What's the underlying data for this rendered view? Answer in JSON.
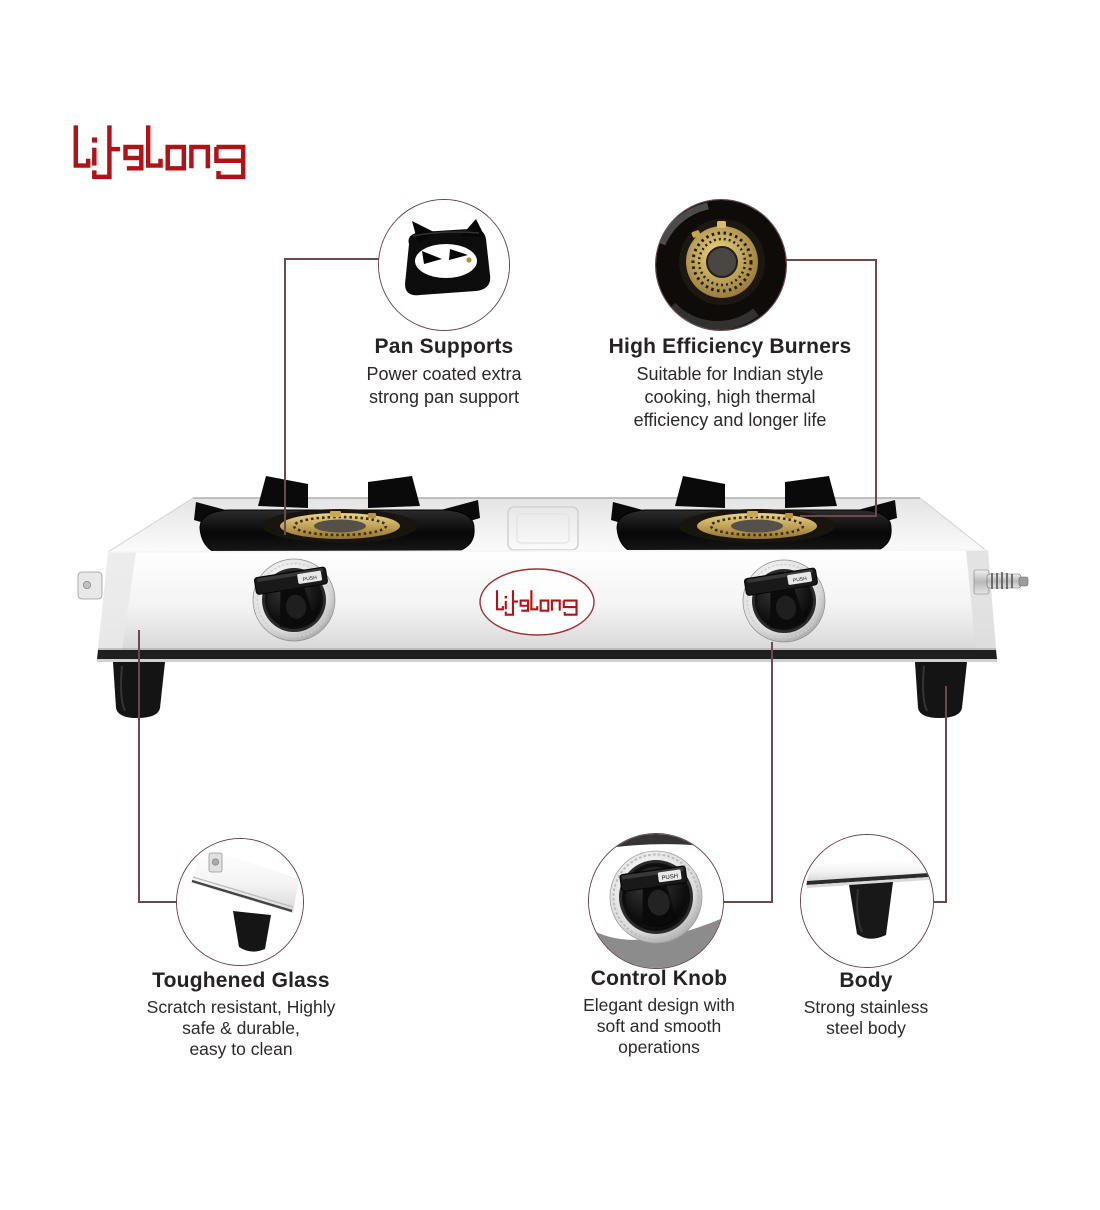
{
  "brand": {
    "name": "lifelong"
  },
  "stove": {
    "knob_label": "PUSH"
  },
  "callouts": [
    {
      "title": "Pan Supports",
      "lines": [
        "Power coated extra",
        "strong pan support"
      ]
    },
    {
      "title": "High Efficiency Burners",
      "lines": [
        "Suitable for Indian style",
        "cooking, high thermal",
        "efficiency and longer life"
      ]
    },
    {
      "title": "Toughened Glass",
      "lines": [
        "Scratch resistant, Highly",
        "safe & durable,",
        "easy to clean"
      ]
    },
    {
      "title": "Control Knob",
      "lines": [
        "Elegant design with",
        "soft and smooth",
        "operations"
      ]
    },
    {
      "title": "Body",
      "lines": [
        "Strong stainless",
        "steel body"
      ]
    }
  ],
  "colors": {
    "accent_red": "#b01218",
    "connector": "#6d484d",
    "circle_border": "#684349",
    "heading_text": "#262123",
    "body_text": "#2d282a"
  }
}
